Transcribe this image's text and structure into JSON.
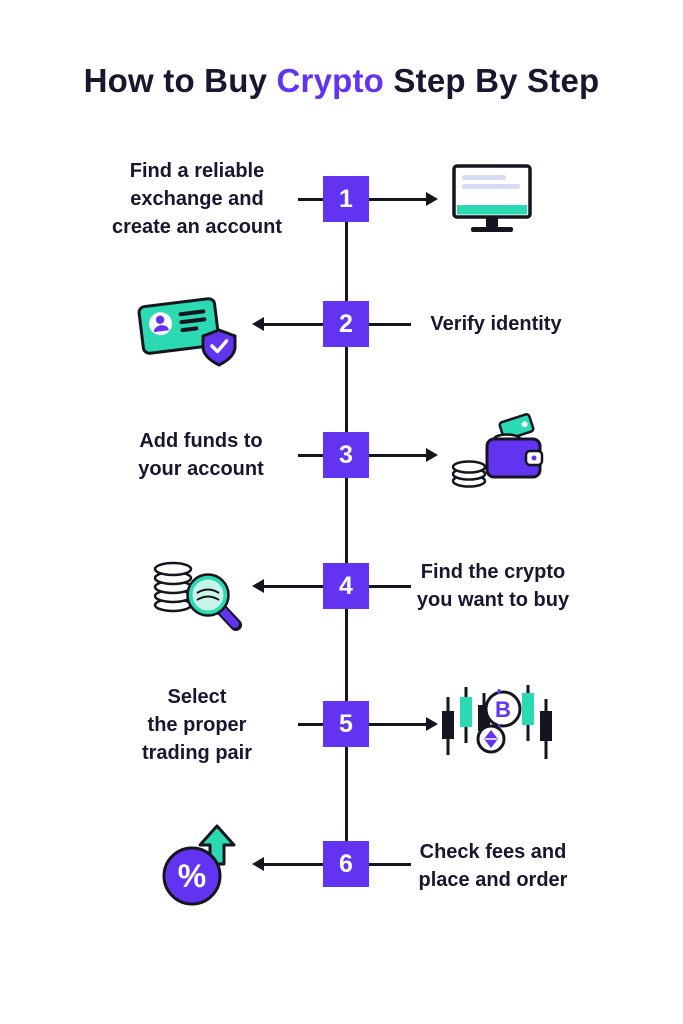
{
  "title": {
    "prefix": "How to Buy ",
    "highlight": "Crypto",
    "suffix": " Step By Step"
  },
  "colors": {
    "purple": "#6233f0",
    "teal": "#2bd9b2",
    "dark_text": "#17182f",
    "line": "#15151f",
    "screen_line": "#d7dcf5"
  },
  "steps": [
    {
      "number": "1",
      "label": "Find a reliable\nexchange and\ncreate an account",
      "icon": "monitor-icon",
      "text_side": "left"
    },
    {
      "number": "2",
      "label": "Verify identity",
      "icon": "id-card-shield-icon",
      "text_side": "right"
    },
    {
      "number": "3",
      "label": "Add funds to\nyour account",
      "icon": "wallet-icon",
      "text_side": "left"
    },
    {
      "number": "4",
      "label": "Find the crypto\nyou want to buy",
      "icon": "coins-magnifier-icon",
      "text_side": "right"
    },
    {
      "number": "5",
      "label": "Select\nthe proper\ntrading pair",
      "icon": "trading-chart-icon",
      "text_side": "left"
    },
    {
      "number": "6",
      "label": "Check fees and\nplace and order",
      "icon": "percent-growth-icon",
      "text_side": "right"
    }
  ],
  "icons": {
    "btc_symbol": "B",
    "percent_symbol": "%"
  }
}
